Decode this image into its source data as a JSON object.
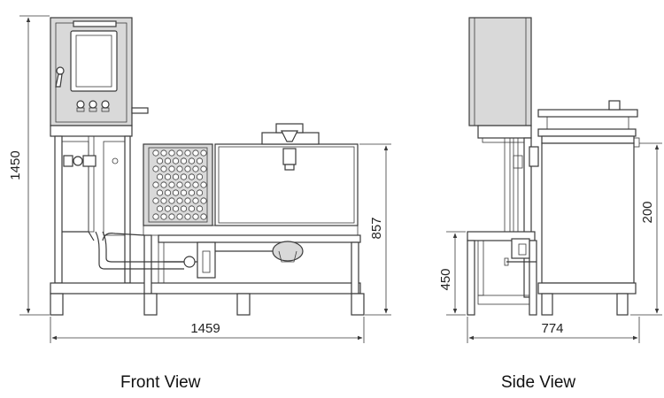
{
  "front_view": {
    "caption": "Front View",
    "dims": {
      "height": "1450",
      "width": "1459",
      "tank_height": "857"
    }
  },
  "side_view": {
    "caption": "Side View",
    "dims": {
      "height": "200",
      "base_height": "450",
      "width": "774"
    }
  }
}
